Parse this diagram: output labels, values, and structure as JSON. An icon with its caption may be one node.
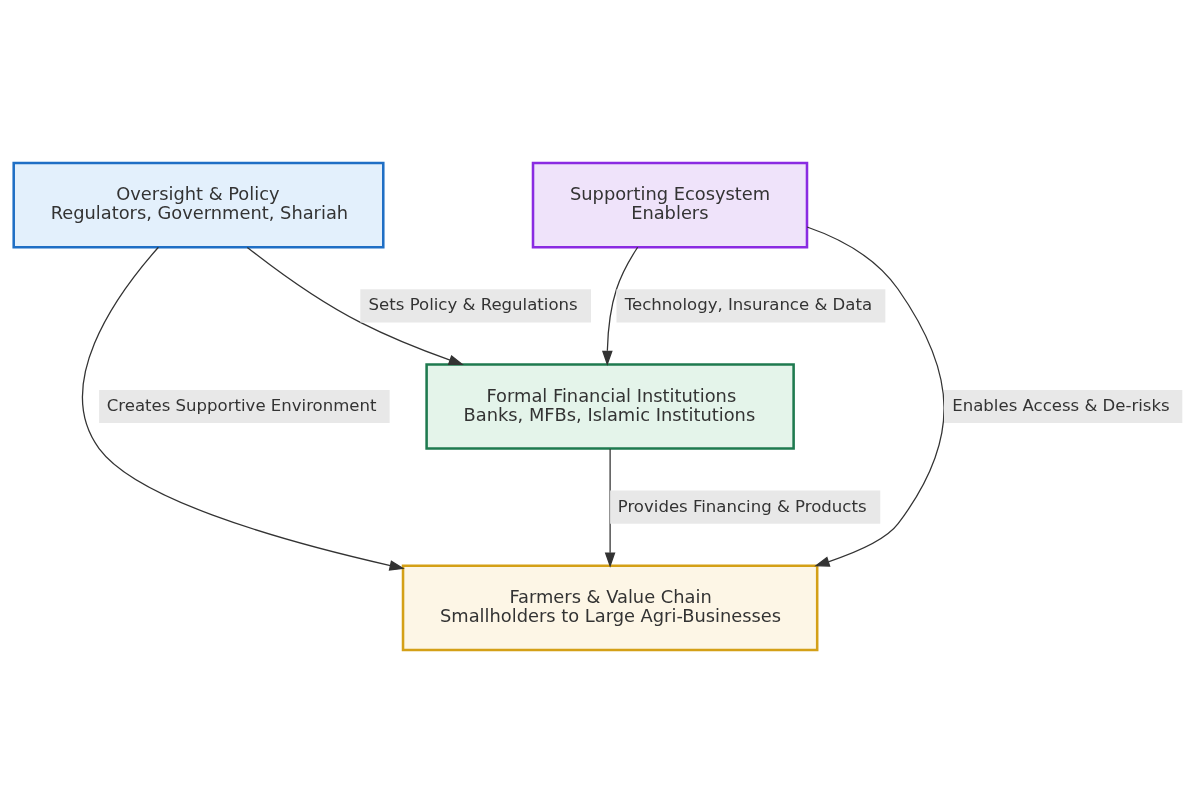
{
  "diagram": {
    "nodes": [
      {
        "text": [
          "Oversight & Policy",
          "Regulators, Government, Shariah"
        ]
      },
      {
        "text": [
          "Supporting Ecosystem",
          "Enablers"
        ]
      },
      {
        "text": [
          "Formal Financial Institutions",
          "Banks, MFBs, Islamic Institutions"
        ]
      },
      {
        "text": [
          "Farmers & Value Chain",
          "Smallholders to Large Agri-Businesses"
        ]
      }
    ],
    "edges": [
      {
        "from": 0,
        "to": 2,
        "arrow": "to",
        "label": "Sets Policy & Regulations"
      },
      {
        "from": 1,
        "to": 2,
        "arrow": "to",
        "label": "Technology, Insurance & Data"
      },
      {
        "from": 0,
        "to": 3,
        "arrow": "to",
        "label": "Creates Supportive Environment"
      },
      {
        "from": 2,
        "to": 3,
        "arrow": "to",
        "label": "Provides Financing & Products"
      },
      {
        "from": 1,
        "to": 3,
        "arrow": "to",
        "label": "Enables Access & De-risks"
      }
    ]
  }
}
